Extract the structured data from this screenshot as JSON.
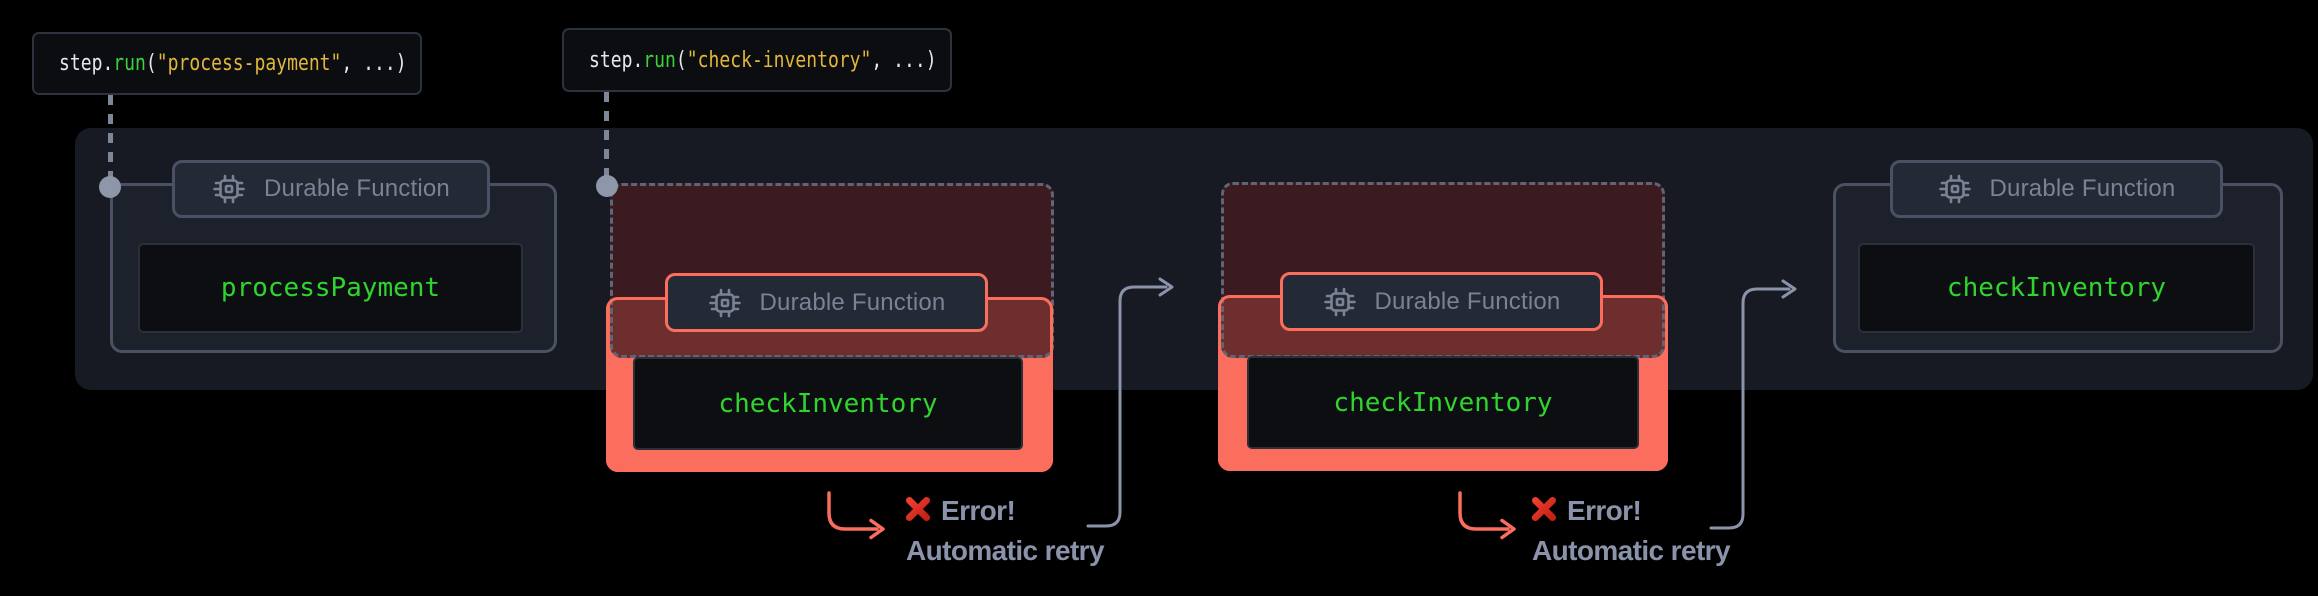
{
  "diagram": {
    "code_labels": [
      {
        "object": "step",
        "dot": ".",
        "method": "run",
        "open": "(",
        "string": "\"process-payment\"",
        "close": ", ...)"
      },
      {
        "object": "step",
        "dot": ".",
        "method": "run",
        "open": "(",
        "string": "\"check-inventory\"",
        "close": ", ...)"
      }
    ],
    "badge_label": "Durable Function",
    "groups": [
      {
        "function_name": "processPayment",
        "state": "normal"
      },
      {
        "function_name": "checkInventory",
        "state": "error"
      },
      {
        "function_name": "checkInventory",
        "state": "error"
      },
      {
        "function_name": "checkInventory",
        "state": "normal"
      }
    ],
    "annotations": [
      {
        "error": "Error!",
        "retry": "Automatic retry"
      },
      {
        "error": "Error!",
        "retry": "Automatic retry"
      }
    ],
    "icons": {
      "badge_icon": "cpu-chip-icon",
      "error_icon": "red-cross-icon",
      "step_connector": "dot-connector",
      "retry_connector": "elbow-arrow"
    },
    "colors": {
      "background": "#000000",
      "band": "#171a22",
      "error_salmon": "#fb6e5e",
      "function_green": "#31d42f",
      "string_gold": "#e2b63a",
      "code_text": "#e6e8ec",
      "keyword_green": "#3bd23b",
      "badge_text": "#7b8294",
      "annotation_text": "#8b93ab",
      "frame_border": "#4a5162",
      "connector_dot": "#8e96a9"
    }
  }
}
